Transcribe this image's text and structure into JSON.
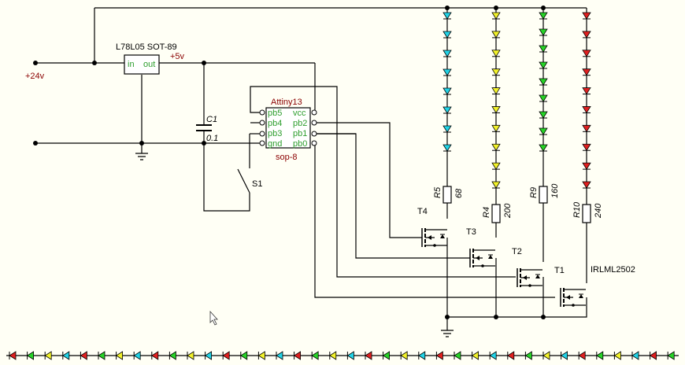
{
  "labels": {
    "supply_24v": "+24v",
    "supply_5v": "+5v",
    "regulator": "L78L05 SOT-89",
    "reg_in": "in",
    "reg_out": "out",
    "cap_name": "C1",
    "cap_value": "0.1",
    "mcu_name": "Attiny13",
    "mcu_package": "sop-8",
    "pins_left": [
      "pb5",
      "pb4",
      "pb3",
      "gnd"
    ],
    "pins_right": [
      "vcc",
      "pb2",
      "pb1",
      "pb0"
    ],
    "switch": "S1",
    "mosfet_part": "IRLML2502",
    "transistors": [
      "T4",
      "T3",
      "T2",
      "T1"
    ],
    "resistors": [
      {
        "name": "R5",
        "value": "68"
      },
      {
        "name": "R4",
        "value": "200"
      },
      {
        "name": "R9",
        "value": "160"
      },
      {
        "name": "R10",
        "value": "240"
      }
    ]
  },
  "led_strings": [
    {
      "color": "cyan",
      "fill": "#22d3e6",
      "count": 8
    },
    {
      "color": "yellow",
      "fill": "#f2f22a",
      "count": 10
    },
    {
      "color": "green",
      "fill": "#27d327",
      "count": 9
    },
    {
      "color": "red",
      "fill": "#e02020",
      "count": 10
    }
  ],
  "bottom_strip_colors": [
    "#e02020",
    "#27d327",
    "#f2f22a",
    "#22d3e6"
  ],
  "colors": {
    "wire": "#000000",
    "label_red": "#8b0000",
    "label_green": "#2e9e2e",
    "background": "#fffff5"
  }
}
